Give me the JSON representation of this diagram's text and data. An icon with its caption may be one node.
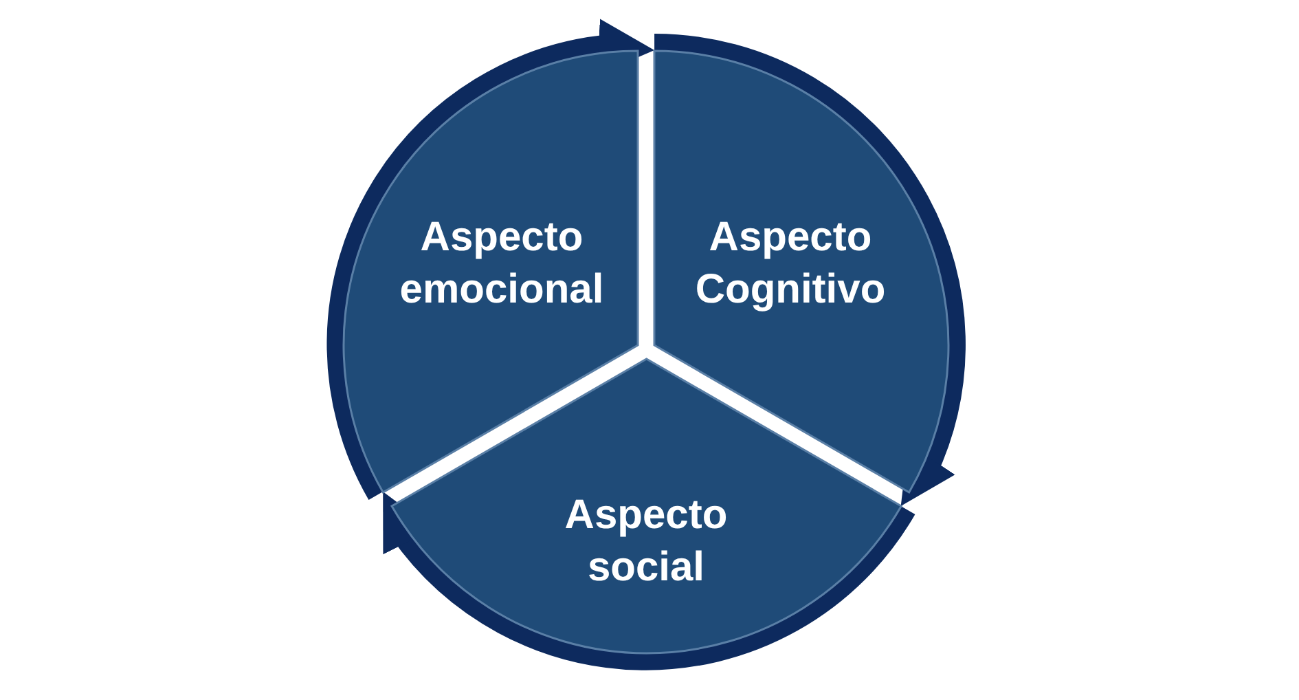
{
  "diagram": {
    "nodes": [
      {
        "text": [
          "Aspecto emocional"
        ]
      },
      {
        "text": [
          "Aspecto Cognitivo"
        ]
      },
      {
        "text": [
          "Aspecto social"
        ]
      }
    ],
    "edges": [
      {
        "from": 0,
        "to": 1,
        "arrow": "to"
      },
      {
        "from": 1,
        "to": 2,
        "arrow": "to"
      },
      {
        "from": 2,
        "to": 0,
        "arrow": "to"
      }
    ]
  }
}
